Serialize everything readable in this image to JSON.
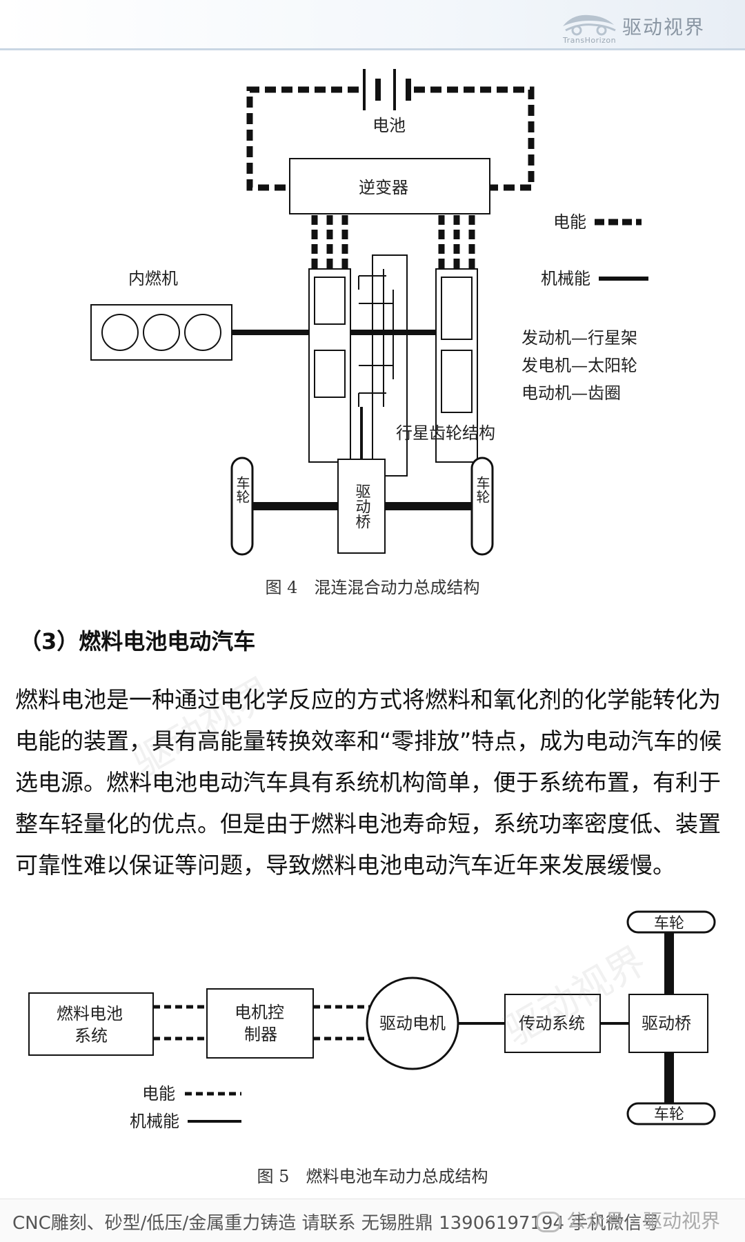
{
  "header": {
    "brand_name": "驱动视界",
    "brand_en": "TransHorizon"
  },
  "figure4": {
    "battery_label": "电池",
    "inverter_label": "逆变器",
    "engine_label": "内燃机",
    "legend_electric": "电能",
    "legend_mechanical": "机械能",
    "mapping": [
      "发动机—行星架",
      "发电机—太阳轮",
      "电动机—齿圈"
    ],
    "planetary_label": "行星齿轮结构",
    "wheel_label": "车轮",
    "axle_label": "驱动桥",
    "caption": "图 4　混连混合动力总成结构"
  },
  "section": {
    "heading": "（3）燃料电池电动汽车",
    "paragraph": "燃料电池是一种通过电化学反应的方式将燃料和氧化剂的化学能转化为电能的装置，具有高能量转换效率和“零排放”特点，成为电动汽车的候选电源。燃料电池电动汽车具有系统机构简单，便于系统布置，有利于整车轻量化的优点。但是由于燃料电池寿命短，系统功率密度低、装置可靠性难以保证等问题，导致燃料电池电动汽车近年来发展缓慢。"
  },
  "figure5": {
    "fuel_cell_line1": "燃料电池",
    "fuel_cell_line2": "系统",
    "controller_line1": "电机控",
    "controller_line2": "制器",
    "motor_label": "驱动电机",
    "transmission_label": "传动系统",
    "axle_label": "驱动桥",
    "wheel_label": "车轮",
    "legend_electric": "电能",
    "legend_mechanical": "机械能",
    "caption": "图 5　燃料电池车动力总成结构"
  },
  "footer": {
    "ad_text": "CNC雕刻、砂型/低压/金属重力铸造 请联系 无锡胜鼎 13906197194 手机微信号",
    "official_account": "公众号 · 驱动视界"
  },
  "watermarks": [
    "驱动视界",
    "驱动视界"
  ]
}
